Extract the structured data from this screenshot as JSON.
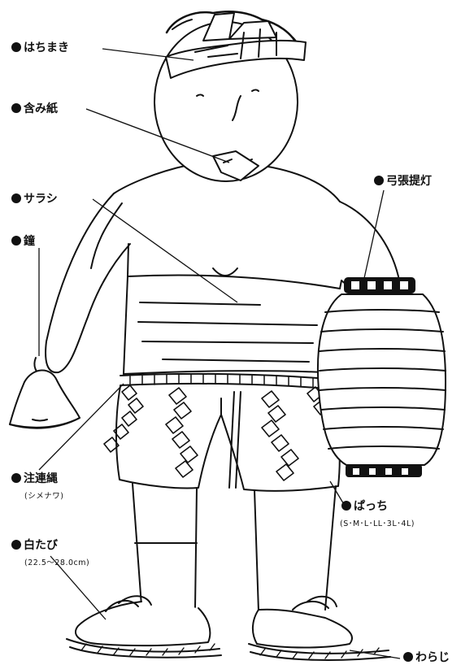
{
  "labels": {
    "hachimaki": "はちまき",
    "fukumigami": "含み紙",
    "sarashi": "サラシ",
    "kane": "鐘",
    "yumiharijouchin": "弓張提灯",
    "shimenawa": "注連縄",
    "shimenawa_reading": "(シメナワ)",
    "pacchi": "ぱっち",
    "pacchi_sizes": "(S･M･L･LL･3L･4L)",
    "shirotabi": "白たび",
    "shirotabi_sizes": "(22.5～28.0cm)",
    "waraji": "わらじ"
  }
}
